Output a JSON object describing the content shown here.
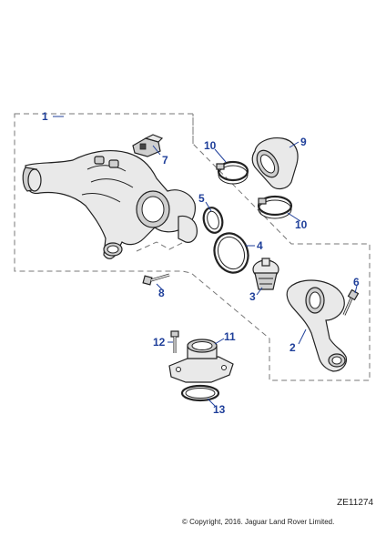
{
  "diagram": {
    "reference_code": "ZE11274",
    "copyright": "© Copyright, 2016. Jaguar Land Rover Limited.",
    "callouts": {
      "c1": "1",
      "c2": "2",
      "c3": "3",
      "c4": "4",
      "c5": "5",
      "c6": "6",
      "c7": "7",
      "c8": "8",
      "c9": "9",
      "c10a": "10",
      "c10b": "10",
      "c11": "11",
      "c12": "12",
      "c13": "13"
    },
    "colors": {
      "callout": "#1f3f9a",
      "line": "#222222",
      "part_fill": "#e9e9e9",
      "dashed_frame": "#777777"
    }
  }
}
